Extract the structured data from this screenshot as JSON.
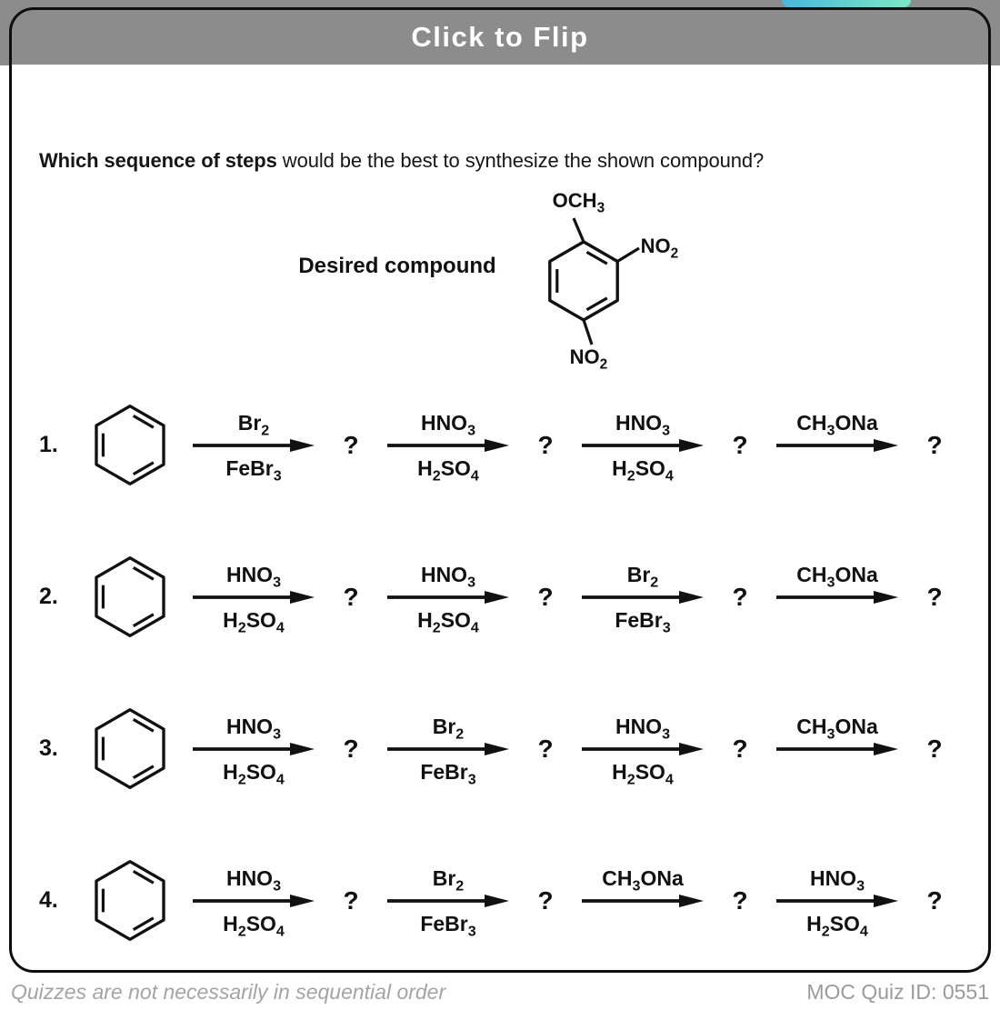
{
  "colors": {
    "header_gray": "#8c8c8c",
    "tab_teal_left": "#47b8da",
    "tab_teal_right": "#7de7c4",
    "ink": "#111111",
    "footer_gray": "#a4a4a4"
  },
  "header": {
    "title": "Click to Flip"
  },
  "question": {
    "bold": "Which sequence of steps",
    "rest": " would be the best to synthesize the shown compound?"
  },
  "desired_compound": {
    "label": "Desired compound",
    "substituent_top": "OCH3",
    "substituent_ortho": "NO2",
    "substituent_para": "NO2"
  },
  "unknowns": {
    "placeholder": "?"
  },
  "sequences": [
    {
      "number": "1.",
      "steps": [
        {
          "above": "Br2",
          "below": "FeBr3"
        },
        {
          "above": "HNO3",
          "below": "H2SO4"
        },
        {
          "above": "HNO3",
          "below": "H2SO4"
        },
        {
          "above": "CH3ONa",
          "below": ""
        }
      ]
    },
    {
      "number": "2.",
      "steps": [
        {
          "above": "HNO3",
          "below": "H2SO4"
        },
        {
          "above": "HNO3",
          "below": "H2SO4"
        },
        {
          "above": "Br2",
          "below": "FeBr3"
        },
        {
          "above": "CH3ONa",
          "below": ""
        }
      ]
    },
    {
      "number": "3.",
      "steps": [
        {
          "above": "HNO3",
          "below": "H2SO4"
        },
        {
          "above": "Br2",
          "below": "FeBr3"
        },
        {
          "above": "HNO3",
          "below": "H2SO4"
        },
        {
          "above": "CH3ONa",
          "below": ""
        }
      ]
    },
    {
      "number": "4.",
      "steps": [
        {
          "above": "HNO3",
          "below": "H2SO4"
        },
        {
          "above": "Br2",
          "below": "FeBr3"
        },
        {
          "above": "CH3ONa",
          "below": ""
        },
        {
          "above": "HNO3",
          "below": "H2SO4"
        }
      ]
    }
  ],
  "footer": {
    "note": "Quizzes are not necessarily in sequential order",
    "quiz_id": "MOC Quiz ID: 0551"
  }
}
